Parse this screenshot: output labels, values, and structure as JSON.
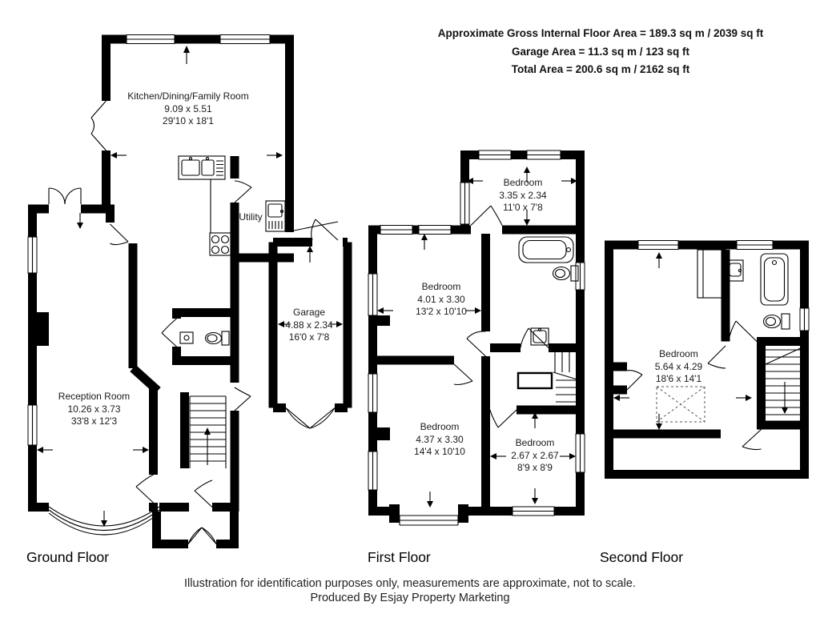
{
  "header": {
    "gross_area": "Approximate Gross Internal Floor Area = 189.3 sq m / 2039 sq ft",
    "garage_area": "Garage Area = 11.3 sq m / 123 sq ft",
    "total_area": "Total Area = 200.6 sq m / 2162 sq ft"
  },
  "floors": {
    "ground": {
      "label": "Ground Floor",
      "rooms": {
        "kitchen": {
          "name": "Kitchen/Dining/Family Room",
          "metric": "9.09 x 5.51",
          "imperial": "29'10 x 18'1"
        },
        "utility": {
          "name": "Utility"
        },
        "garage": {
          "name": "Garage",
          "metric": "4.88 x 2.34",
          "imperial": "16'0 x 7'8"
        },
        "reception": {
          "name": "Reception Room",
          "metric": "10.26 x 3.73",
          "imperial": "33'8 x 12'3"
        }
      }
    },
    "first": {
      "label": "First Floor",
      "rooms": {
        "bedroom_rear": {
          "name": "Bedroom",
          "metric": "3.35 x 2.34",
          "imperial": "11'0 x 7'8"
        },
        "bedroom_middle": {
          "name": "Bedroom",
          "metric": "4.01 x 3.30",
          "imperial": "13'2 x 10'10"
        },
        "bedroom_front": {
          "name": "Bedroom",
          "metric": "4.37 x 3.30",
          "imperial": "14'4 x 10'10"
        },
        "bedroom_small": {
          "name": "Bedroom",
          "metric": "2.67 x 2.67",
          "imperial": "8'9 x 8'9"
        }
      }
    },
    "second": {
      "label": "Second Floor",
      "rooms": {
        "bedroom_loft": {
          "name": "Bedroom",
          "metric": "5.64 x 4.29",
          "imperial": "18'6 x 14'1"
        }
      }
    }
  },
  "footer": {
    "disclaimer": "Illustration for identification purposes only, measurements are approximate, not to scale.",
    "credit": "Produced By Esjay Property Marketing"
  }
}
